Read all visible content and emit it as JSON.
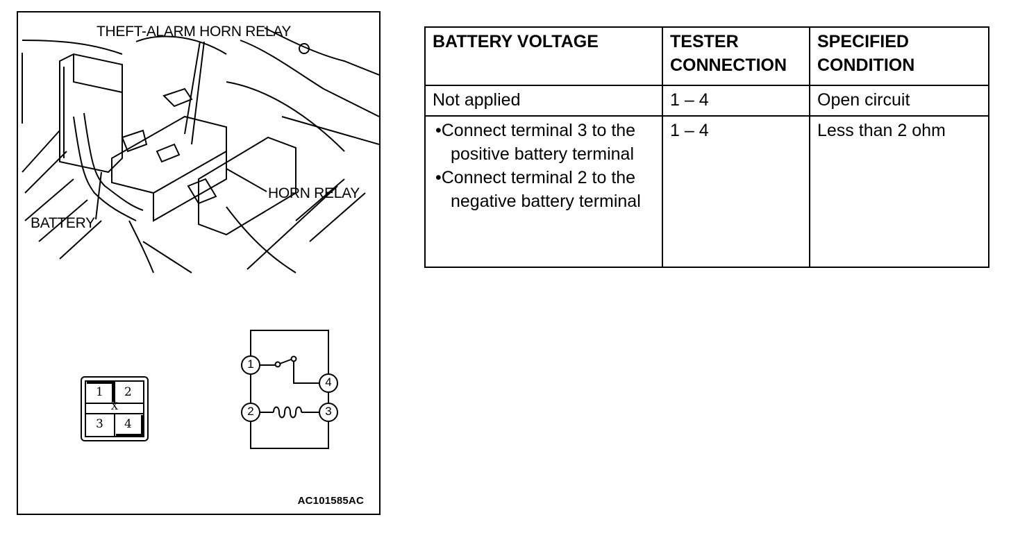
{
  "figure": {
    "labels": {
      "theft_alarm_horn_relay": "THEFT-ALARM HORN RELAY",
      "horn_relay": "HORN RELAY",
      "battery": "BATTERY",
      "connector_center_mark": "X"
    },
    "connector_terminals": [
      "1",
      "2",
      "3",
      "4"
    ],
    "circuit_terminals": [
      "1",
      "2",
      "3",
      "4"
    ],
    "code": "AC101585AC"
  },
  "table": {
    "headers": [
      "BATTERY VOLTAGE",
      "TESTER CONNECTION",
      "SPECIFIED CONDITION"
    ],
    "rows": [
      {
        "battery_voltage": [
          "Not applied"
        ],
        "tester_connection": "1 – 4",
        "specified_condition": "Open circuit"
      },
      {
        "battery_voltage": [
          "•Connect terminal 3 to the positive battery terminal",
          "•Connect terminal 2 to the negative battery terminal"
        ],
        "tester_connection": "1 – 4",
        "specified_condition": "Less than 2 ohm"
      }
    ]
  }
}
